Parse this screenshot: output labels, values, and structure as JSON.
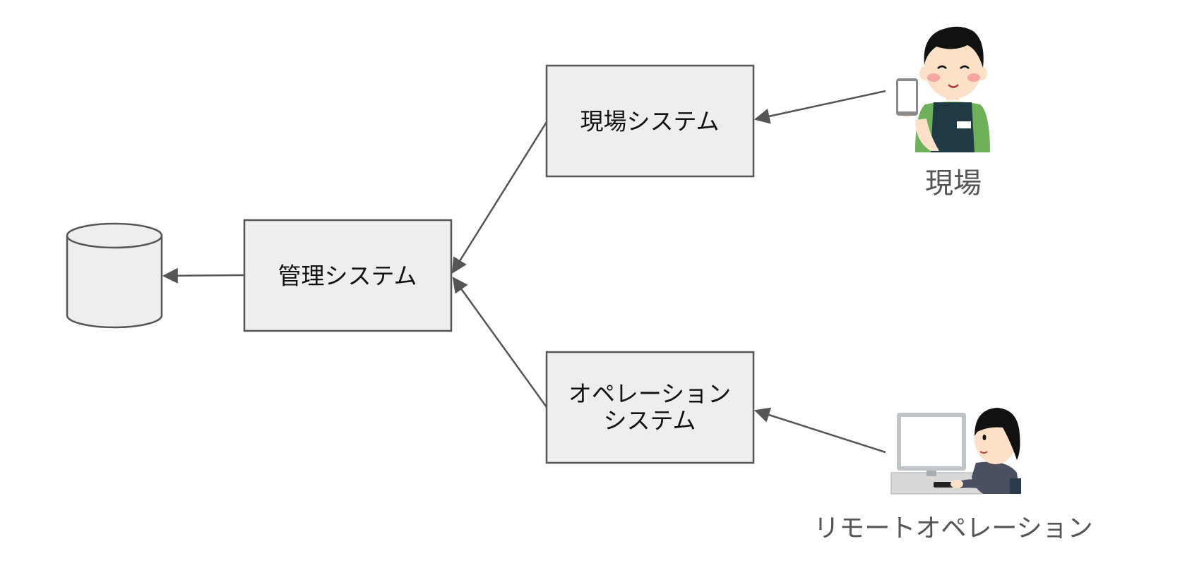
{
  "nodes": {
    "management": {
      "label": "管理システム"
    },
    "field": {
      "label": "現場システム"
    },
    "operation": {
      "label_line1": "オペレーション",
      "label_line2": "システム"
    }
  },
  "actors": {
    "field_worker": {
      "label": "現場",
      "icon": "worker-with-smartphone-icon"
    },
    "remote_operator": {
      "label": "リモートオペレーション",
      "icon": "operator-at-computer-icon"
    }
  },
  "database": {
    "icon": "database-cylinder-icon"
  },
  "colors": {
    "box_fill": "#eeeeee",
    "box_stroke": "#555555",
    "arrow": "#555555",
    "apron": "#1f3a45",
    "shirt": "#6fb05a",
    "skin": "#fce0c8",
    "hair": "#111111",
    "suit": "#4a5060"
  }
}
